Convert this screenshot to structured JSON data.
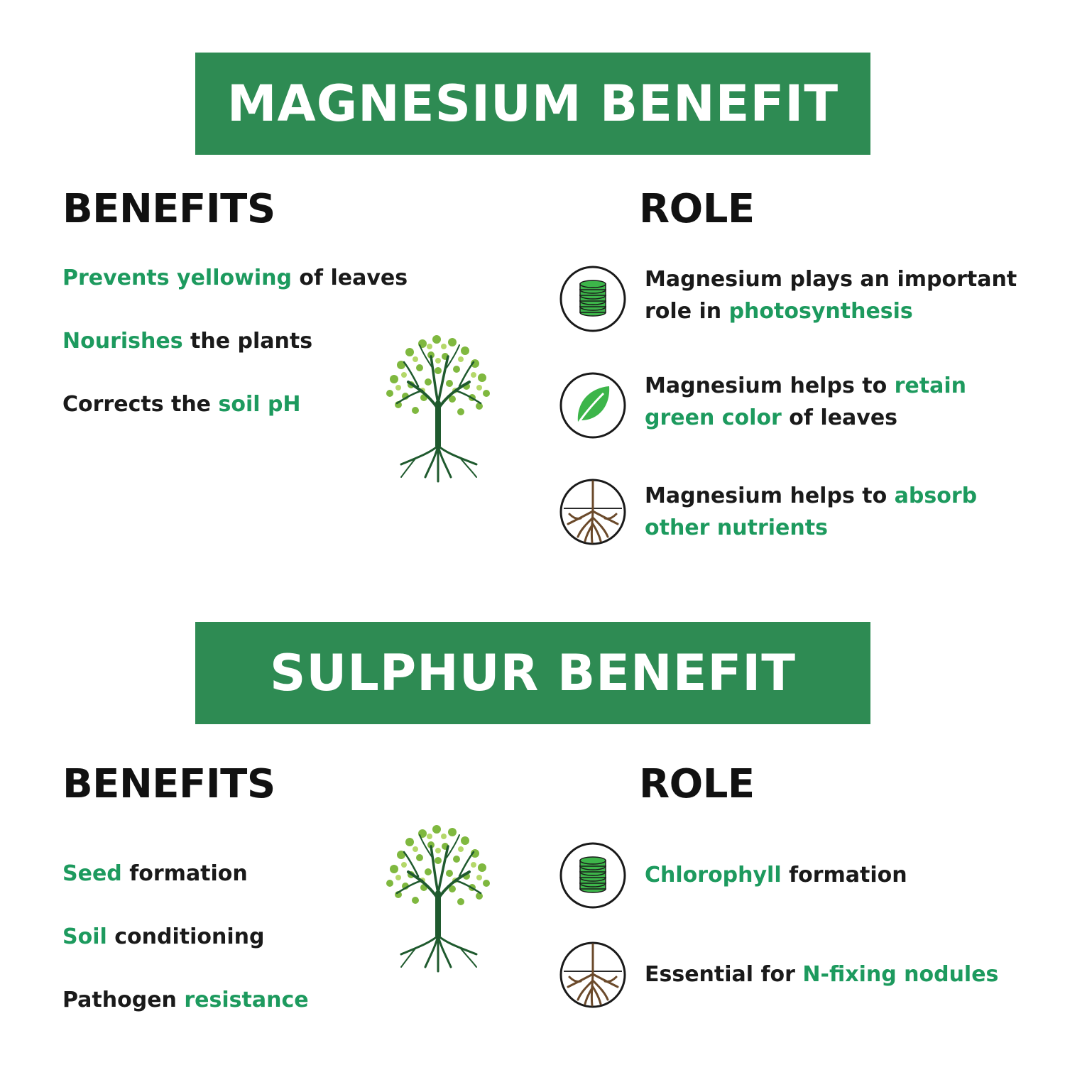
{
  "magnesium": {
    "banner_title": "MAGNESIUM BENEFIT",
    "benefits_heading": "BENEFITS",
    "role_heading": "ROLE",
    "benefits": [
      {
        "green": "Prevents yellowing",
        "rest": " of leaves"
      },
      {
        "green": "Nourishes",
        "rest": " the plants"
      },
      {
        "pre": "Corrects the ",
        "green": "soil pH"
      }
    ],
    "roles": [
      {
        "icon": "chlorophyll-stack-icon",
        "line1": "Magnesium plays an important",
        "line2_pre": "role in ",
        "line2_green": "photosynthesis"
      },
      {
        "icon": "leaf-icon",
        "line1_pre": "Magnesium helps to ",
        "line1_green": "retain",
        "line2_green": "green color",
        "line2_rest": " of leaves"
      },
      {
        "icon": "roots-icon",
        "line1_pre": "Magnesium helps to ",
        "line1_green": "absorb",
        "line2_green": "other nutrients"
      }
    ]
  },
  "sulphur": {
    "banner_title": "SULPHUR BENEFIT",
    "benefits_heading": "BENEFITS",
    "role_heading": "ROLE",
    "benefits": [
      {
        "green": "Seed",
        "rest": " formation"
      },
      {
        "green": "Soil",
        "rest": " conditioning"
      },
      {
        "pre": "Pathogen ",
        "green": "resistance"
      }
    ],
    "roles": [
      {
        "icon": "chlorophyll-stack-icon",
        "green": "Chlorophyll",
        "rest": " formation"
      },
      {
        "icon": "roots-icon",
        "pre": "Essential for ",
        "green": "N-fixing nodules"
      }
    ]
  },
  "colors": {
    "banner_green": "#2e8b53",
    "accent_green": "#1d9a5e",
    "text": "#111111"
  }
}
